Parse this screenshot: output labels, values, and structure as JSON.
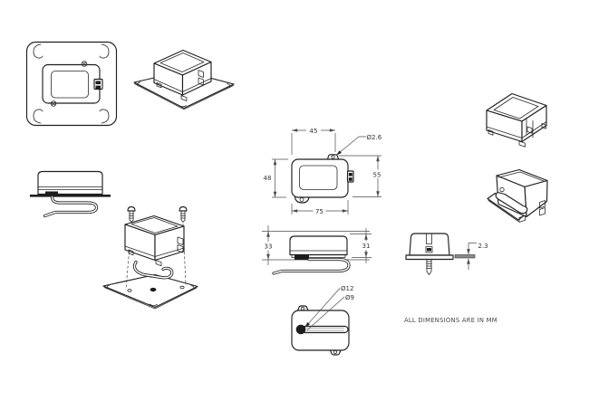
{
  "drawing": {
    "note": "ALL DIMENSIONS ARE IN MM",
    "front_view": {
      "width_top": "45",
      "hole_dia": "Ø2.6",
      "height_left": "48",
      "height_right": "55",
      "width_bottom": "75"
    },
    "side_view": {
      "height_left": "33",
      "height_right": "31"
    },
    "end_view": {
      "plate_thickness": "2.3"
    },
    "bottom_view": {
      "boss_outer_dia": "Ø12",
      "boss_inner_dia": "Ø9"
    },
    "colors": {
      "background": "#ffffff",
      "object_line": "#1f1f1f",
      "dimension_line": "#4d4d4d",
      "text": "#333333"
    }
  }
}
